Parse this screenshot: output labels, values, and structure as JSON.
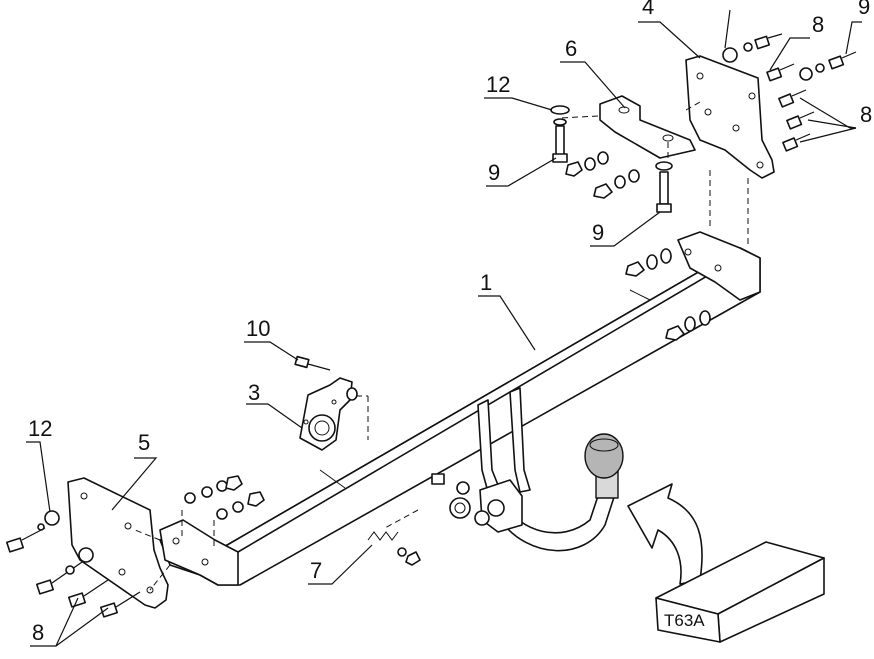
{
  "callouts": {
    "c1": "1",
    "c3": "3",
    "c4": "4",
    "c5": "5",
    "c6": "6",
    "c7": "7",
    "c8_top": "8",
    "c8_right": "8",
    "c8_bottom": "8",
    "c9_topright": "9",
    "c9_mid": "9",
    "c9_low": "9",
    "c10": "10",
    "c12_top": "12",
    "c12_left": "12"
  },
  "model_box": {
    "label": "T63A"
  },
  "icons": {
    "arrow": "curved-arrow-icon",
    "ball": "tow-ball-icon"
  }
}
